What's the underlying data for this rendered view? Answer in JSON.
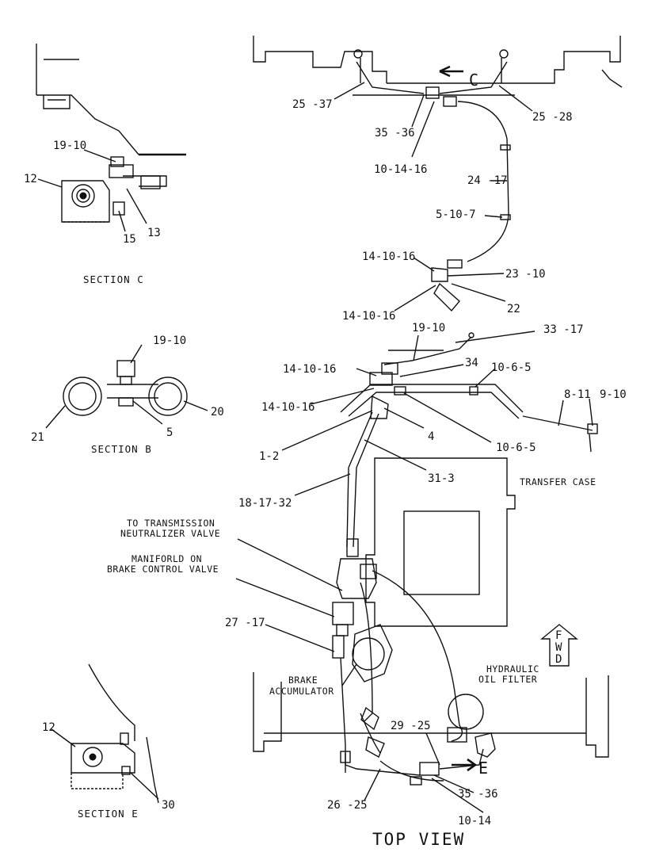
{
  "view_title": "TOP VIEW",
  "sections": {
    "c": "SECTION C",
    "b": "SECTION B",
    "e": "SECTION E"
  },
  "view_markers": {
    "c": "C",
    "e": "E"
  },
  "fwd": [
    "F",
    "W",
    "D"
  ],
  "notes": {
    "transfer_case": "TRANSFER CASE",
    "transmission_1": "TO TRANSMISSION",
    "transmission_2": "NEUTRALIZER VALVE",
    "manifold_1": "MANIFORLD ON",
    "manifold_2": "BRAKE CONTROL VALVE",
    "accumulator_1": "BRAKE",
    "accumulator_2": "ACCUMULATOR",
    "filter_1": "HYDRAULIC",
    "filter_2": "OIL FILTER"
  },
  "callouts": [
    "25 -37",
    "25 -28",
    "35 -36",
    "10-14-16",
    "24 -17",
    "5-10-7",
    "14-10-16",
    "23 -10",
    "22",
    "14-10-16",
    "19-10",
    "33 -17",
    "14-10-16",
    "34",
    "10-6-5",
    "14-10-16",
    "8-11",
    "9-10",
    "4",
    "10-6-5",
    "1-2",
    "31-3",
    "18-17-32",
    "27 -17",
    "29 -25",
    "26 -25",
    "35 -36",
    "10-14"
  ],
  "section_c_callouts": [
    "19-10",
    "12",
    "13",
    "15"
  ],
  "section_b_callouts": [
    "19-10",
    "21",
    "5",
    "20"
  ],
  "section_e_callouts": [
    "12",
    "30"
  ]
}
